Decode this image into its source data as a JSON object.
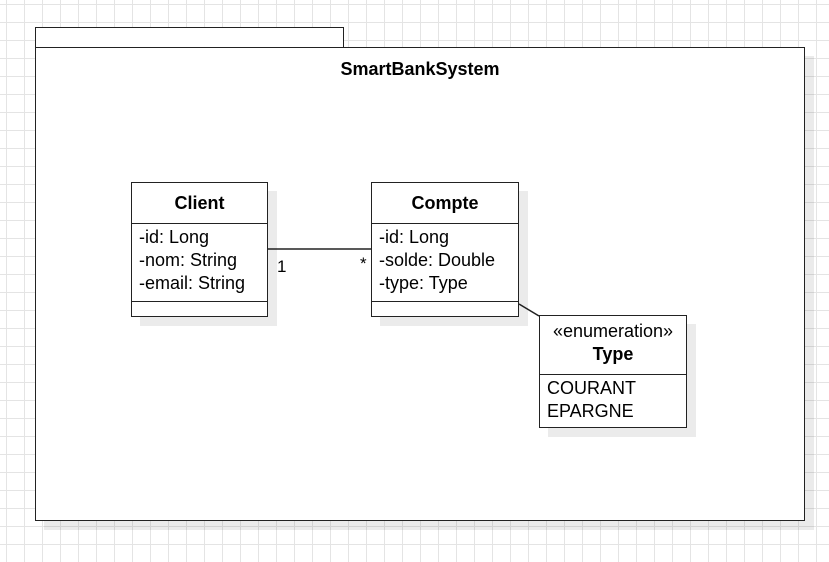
{
  "package": {
    "title": "SmartBankSystem"
  },
  "classes": {
    "client": {
      "name": "Client",
      "attributes": [
        "-id: Long",
        "-nom: String",
        "-email: String"
      ]
    },
    "compte": {
      "name": "Compte",
      "attributes": [
        "-id: Long",
        "-solde: Double",
        "-type: Type"
      ]
    }
  },
  "enumeration": {
    "stereotype": "«enumeration»",
    "name": "Type",
    "literals": [
      "COURANT",
      "EPARGNE"
    ]
  },
  "associations": {
    "client_compte": {
      "client_multiplicity": "1",
      "compte_multiplicity": "*"
    }
  },
  "colors": {
    "line": "#222222",
    "grid": "#e4e4e4",
    "background": "#ffffff"
  }
}
